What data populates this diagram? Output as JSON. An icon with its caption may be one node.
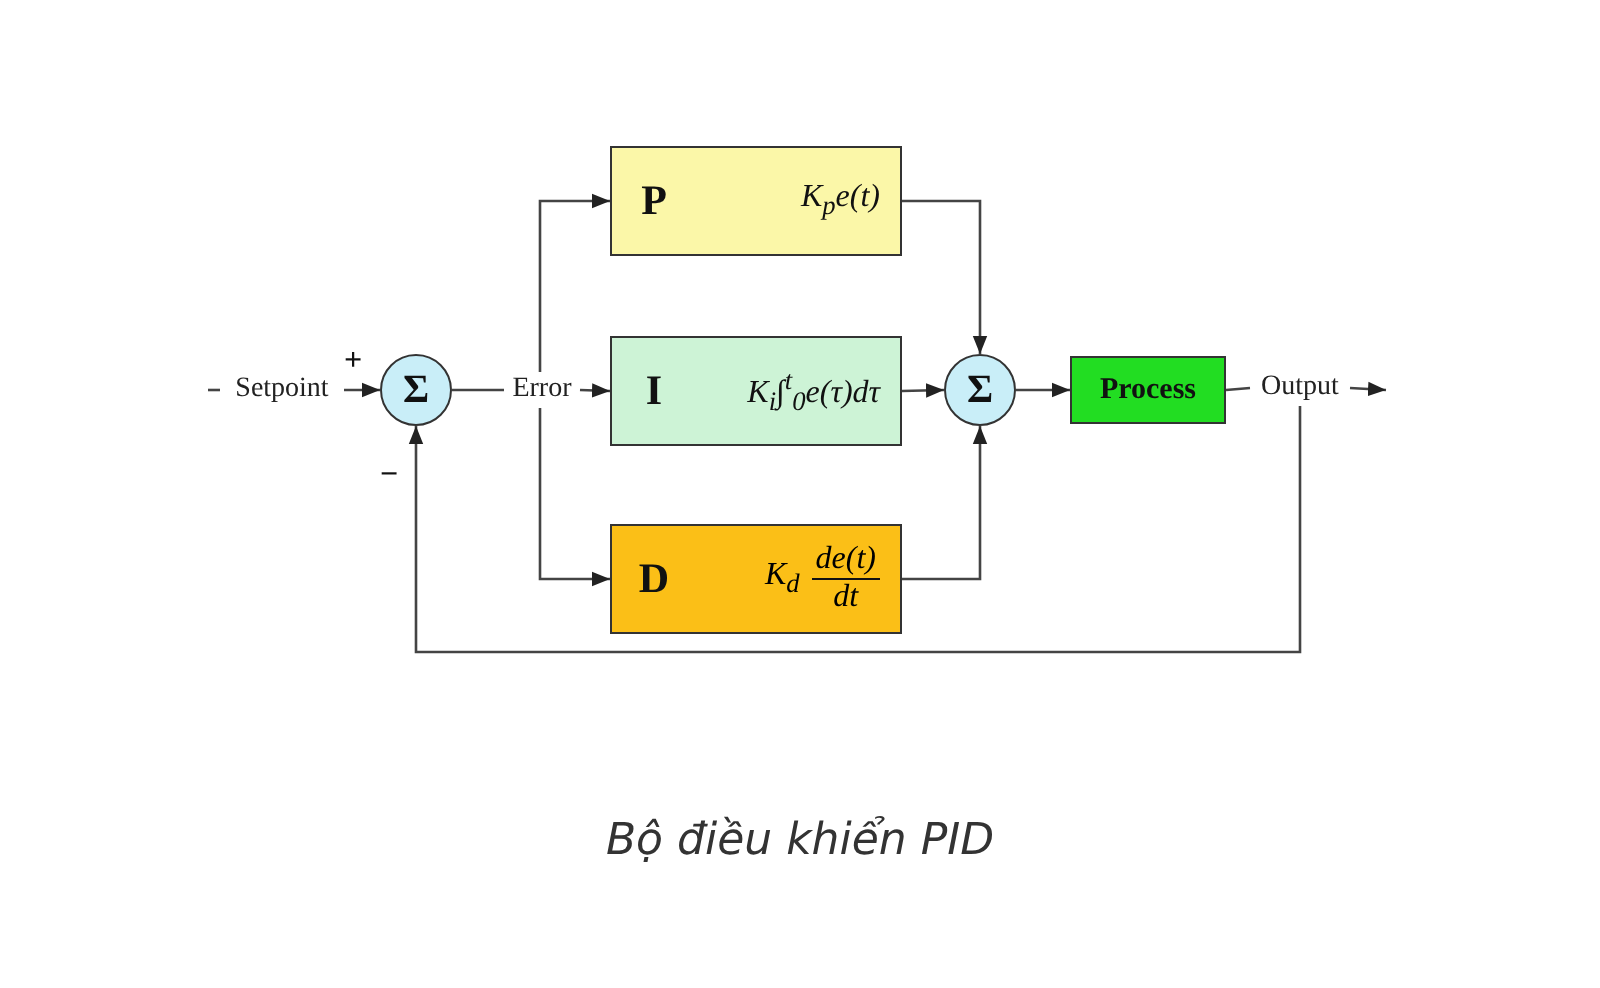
{
  "diagram": {
    "caption": "Bộ điều khiển PID",
    "nodes": [
      {
        "text": [
          "Setpoint"
        ]
      },
      {
        "text": [
          "Σ"
        ]
      },
      {
        "text": [
          "Error"
        ]
      },
      {
        "text": [
          "P",
          "K$_{p}$e(t)"
        ]
      },
      {
        "text": [
          "I",
          "K$_{i}$∫$^{t}$$_{0}$e(τ)dτ"
        ]
      },
      {
        "text": [
          "D",
          "K$_{d}$",
          "de(t)",
          "dt"
        ]
      },
      {
        "text": [
          "Σ"
        ]
      },
      {
        "text": [
          "Process"
        ]
      },
      {
        "text": [
          "Output"
        ]
      }
    ],
    "edges": [
      {
        "from": 0,
        "to": 1,
        "arrow": "to",
        "label": "+"
      },
      {
        "from": 1,
        "to": 2,
        "arrow": "none"
      },
      {
        "from": 2,
        "to": 3,
        "arrow": "to"
      },
      {
        "from": 2,
        "to": 4,
        "arrow": "to"
      },
      {
        "from": 2,
        "to": 5,
        "arrow": "to"
      },
      {
        "from": 3,
        "to": 6,
        "arrow": "to"
      },
      {
        "from": 4,
        "to": 6,
        "arrow": "to"
      },
      {
        "from": 5,
        "to": 6,
        "arrow": "to"
      },
      {
        "from": 6,
        "to": 7,
        "arrow": "to"
      },
      {
        "from": 7,
        "to": 8,
        "arrow": "none"
      },
      {
        "from": 8,
        "to": null,
        "arrow": "to"
      },
      {
        "from": 8,
        "to": 1,
        "arrow": "to",
        "label": "−"
      },
      {
        "from": null,
        "to": 0,
        "arrow": "none"
      }
    ]
  }
}
